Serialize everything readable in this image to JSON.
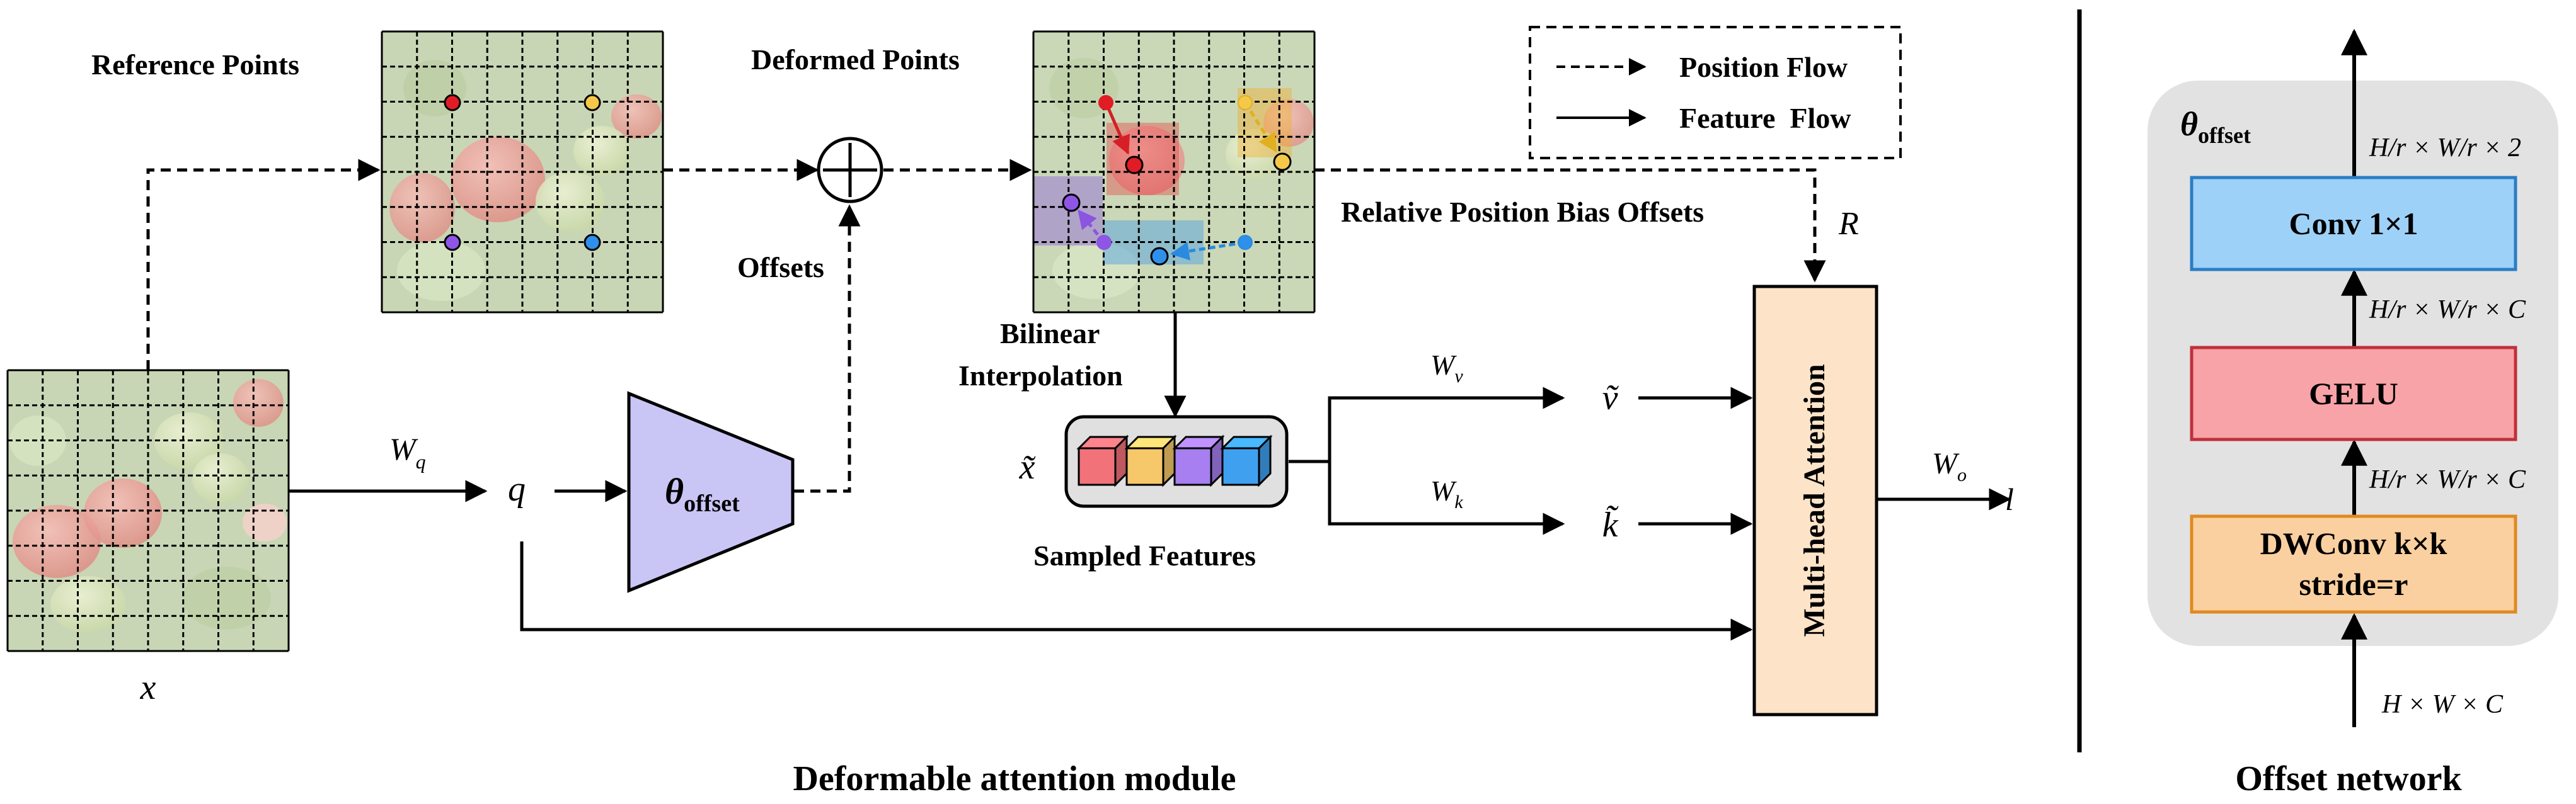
{
  "attention": {
    "caption": "Deformable attention module",
    "reference_points_label": "Reference Points",
    "deformed_points_label": "Deformed Points",
    "offsets_label": "Offsets",
    "bilinear_label_1": "Bilinear",
    "bilinear_label_2": "Interpolation",
    "sampled_features_label": "Sampled Features",
    "rel_pos_label": "Relative Position Bias Offsets",
    "r_label": "R",
    "x_label": "x",
    "x_tilde_label": "x̃",
    "q_label": "q",
    "v_tilde_label": "ṽ",
    "k_tilde_label": "k̃",
    "wq": {
      "base": "W",
      "sub": "q"
    },
    "wv": {
      "base": "W",
      "sub": "v"
    },
    "wk": {
      "base": "W",
      "sub": "k"
    },
    "wo": {
      "base": "W",
      "sub": "o"
    },
    "output_label": "l",
    "theta": {
      "base": "θ",
      "sub": "offset"
    },
    "mha_label": "Multi-head Attention",
    "legend": {
      "position_flow": "Position Flow",
      "feature_flow": "Feature  Flow"
    },
    "cube_colors": [
      "#f2727a",
      "#f6c86a",
      "#a77ff0",
      "#3fa0f0"
    ]
  },
  "offset_network": {
    "caption": "Offset network",
    "theta": {
      "base": "θ",
      "sub": "offset"
    },
    "input_dims": "H × W × C",
    "conv_label": "Conv 1×1",
    "gelu_label": "GELU",
    "dwconv_label_1": "DWConv k×k",
    "dwconv_label_2": "stride=r",
    "dims_after_dwconv": "H/r × W/r × C",
    "dims_after_gelu": "H/r × W/r × C",
    "dims_after_conv": "H/r × W/r × 2",
    "colors": {
      "conv": "#9ed1f7",
      "gelu": "#f8a3a8",
      "dwconv": "#fbd0a0",
      "panel": "#e2e2e2",
      "mha": "#fde3c8",
      "theta_trapezoid": "#c9c6f6"
    }
  }
}
